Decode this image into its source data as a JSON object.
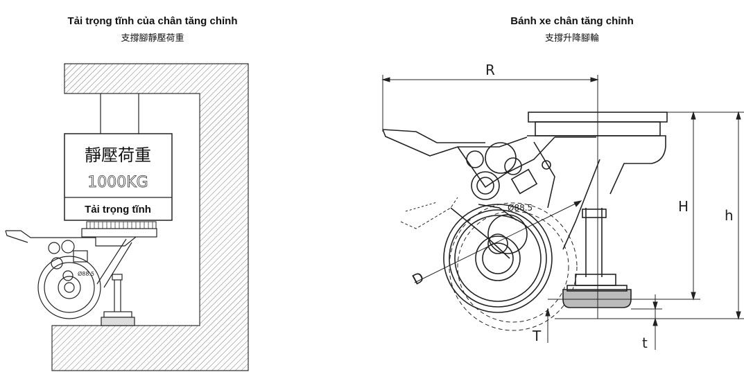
{
  "left_panel": {
    "title": "Tải trọng tĩnh của chân tăng chỉnh",
    "subtitle": "支撐腳靜壓荷重",
    "box_cjk": "靜壓荷重",
    "box_load": "1000KG",
    "box_label": "Tải trọng tĩnh",
    "small_dim": "Ø88.5"
  },
  "right_panel": {
    "title": "Bánh xe chân tăng chỉnh",
    "subtitle": "支撐升降腳輪",
    "dims": {
      "R": "R",
      "H": "H",
      "h": "h",
      "D": "D",
      "T": "T",
      "t": "t",
      "diameter": "Ø88.5"
    }
  }
}
